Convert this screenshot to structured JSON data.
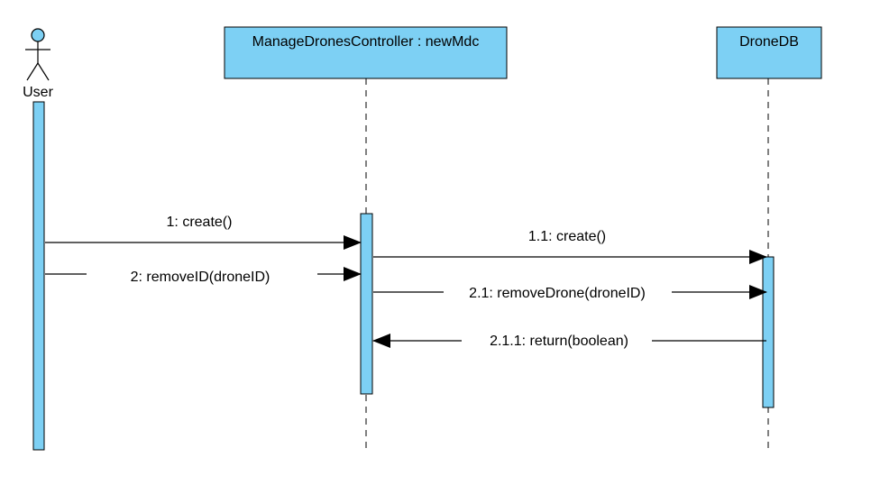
{
  "diagram": {
    "type": "sequence",
    "fill_color": "#7dd0f4",
    "stroke_color": "#000000",
    "lifelines": [
      {
        "id": "user",
        "name": "User",
        "kind": "actor"
      },
      {
        "id": "mdc",
        "name": "ManageDronesController : newMdc",
        "kind": "object"
      },
      {
        "id": "db",
        "name": "DroneDB",
        "kind": "object"
      }
    ],
    "messages": [
      {
        "label": "1: create()",
        "from": "user",
        "to": "mdc"
      },
      {
        "label": "1.1: create()",
        "from": "mdc",
        "to": "db"
      },
      {
        "label": "2: removeID(droneID)",
        "from": "user",
        "to": "mdc"
      },
      {
        "label": "2.1: removeDrone(droneID)",
        "from": "mdc",
        "to": "db"
      },
      {
        "label": "2.1.1: return(boolean)",
        "from": "db",
        "to": "mdc"
      }
    ]
  }
}
